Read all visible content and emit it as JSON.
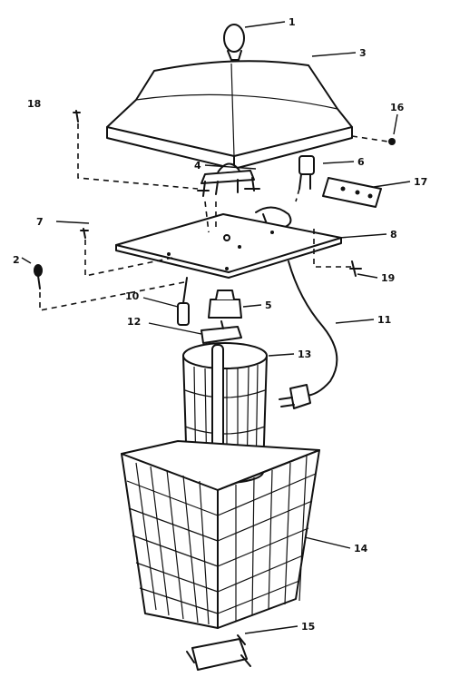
{
  "callouts": [
    {
      "id": "c1",
      "text": "1"
    },
    {
      "id": "c2",
      "text": "2"
    },
    {
      "id": "c3",
      "text": "3"
    },
    {
      "id": "c4",
      "text": "4"
    },
    {
      "id": "c5",
      "text": "5"
    },
    {
      "id": "c6",
      "text": "6"
    },
    {
      "id": "c7",
      "text": "7"
    },
    {
      "id": "c8",
      "text": "8"
    },
    {
      "id": "c10",
      "text": "10"
    },
    {
      "id": "c11",
      "text": "11"
    },
    {
      "id": "c12",
      "text": "12"
    },
    {
      "id": "c13",
      "text": "13"
    },
    {
      "id": "c14",
      "text": "14"
    },
    {
      "id": "c15",
      "text": "15"
    },
    {
      "id": "c16",
      "text": "16"
    },
    {
      "id": "c17",
      "text": "17"
    },
    {
      "id": "c18",
      "text": "18"
    },
    {
      "id": "c19",
      "text": "19"
    }
  ]
}
